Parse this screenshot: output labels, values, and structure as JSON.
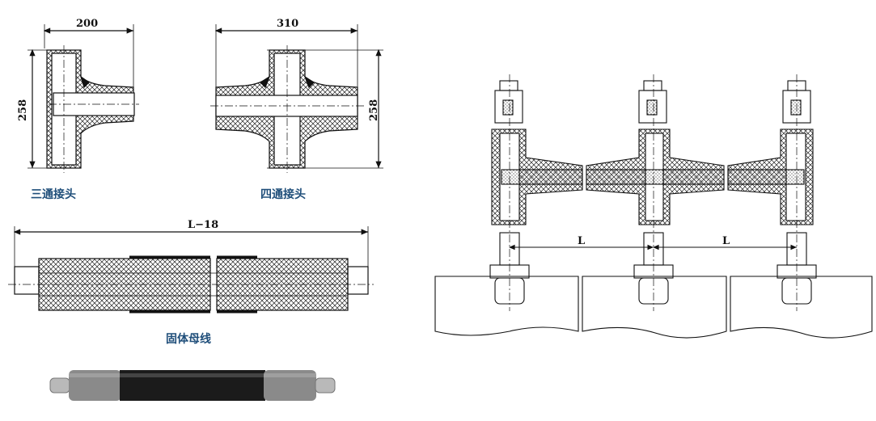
{
  "figure": {
    "tee_joint": {
      "caption": "三通接头",
      "width_dim": "200",
      "height_dim": "258"
    },
    "cross_joint": {
      "caption": "四通接头",
      "width_dim": "310",
      "height_dim": "258"
    },
    "busbar": {
      "caption": "固体母线",
      "length_dim": "L−18"
    },
    "assembly": {
      "spacing_label_1": "L",
      "spacing_label_2": "L"
    }
  },
  "colors": {
    "caption": "#1f4e7a",
    "line": "#111111",
    "busbar_grey": "#8a8a8a",
    "busbar_black": "#1b1b1b"
  }
}
